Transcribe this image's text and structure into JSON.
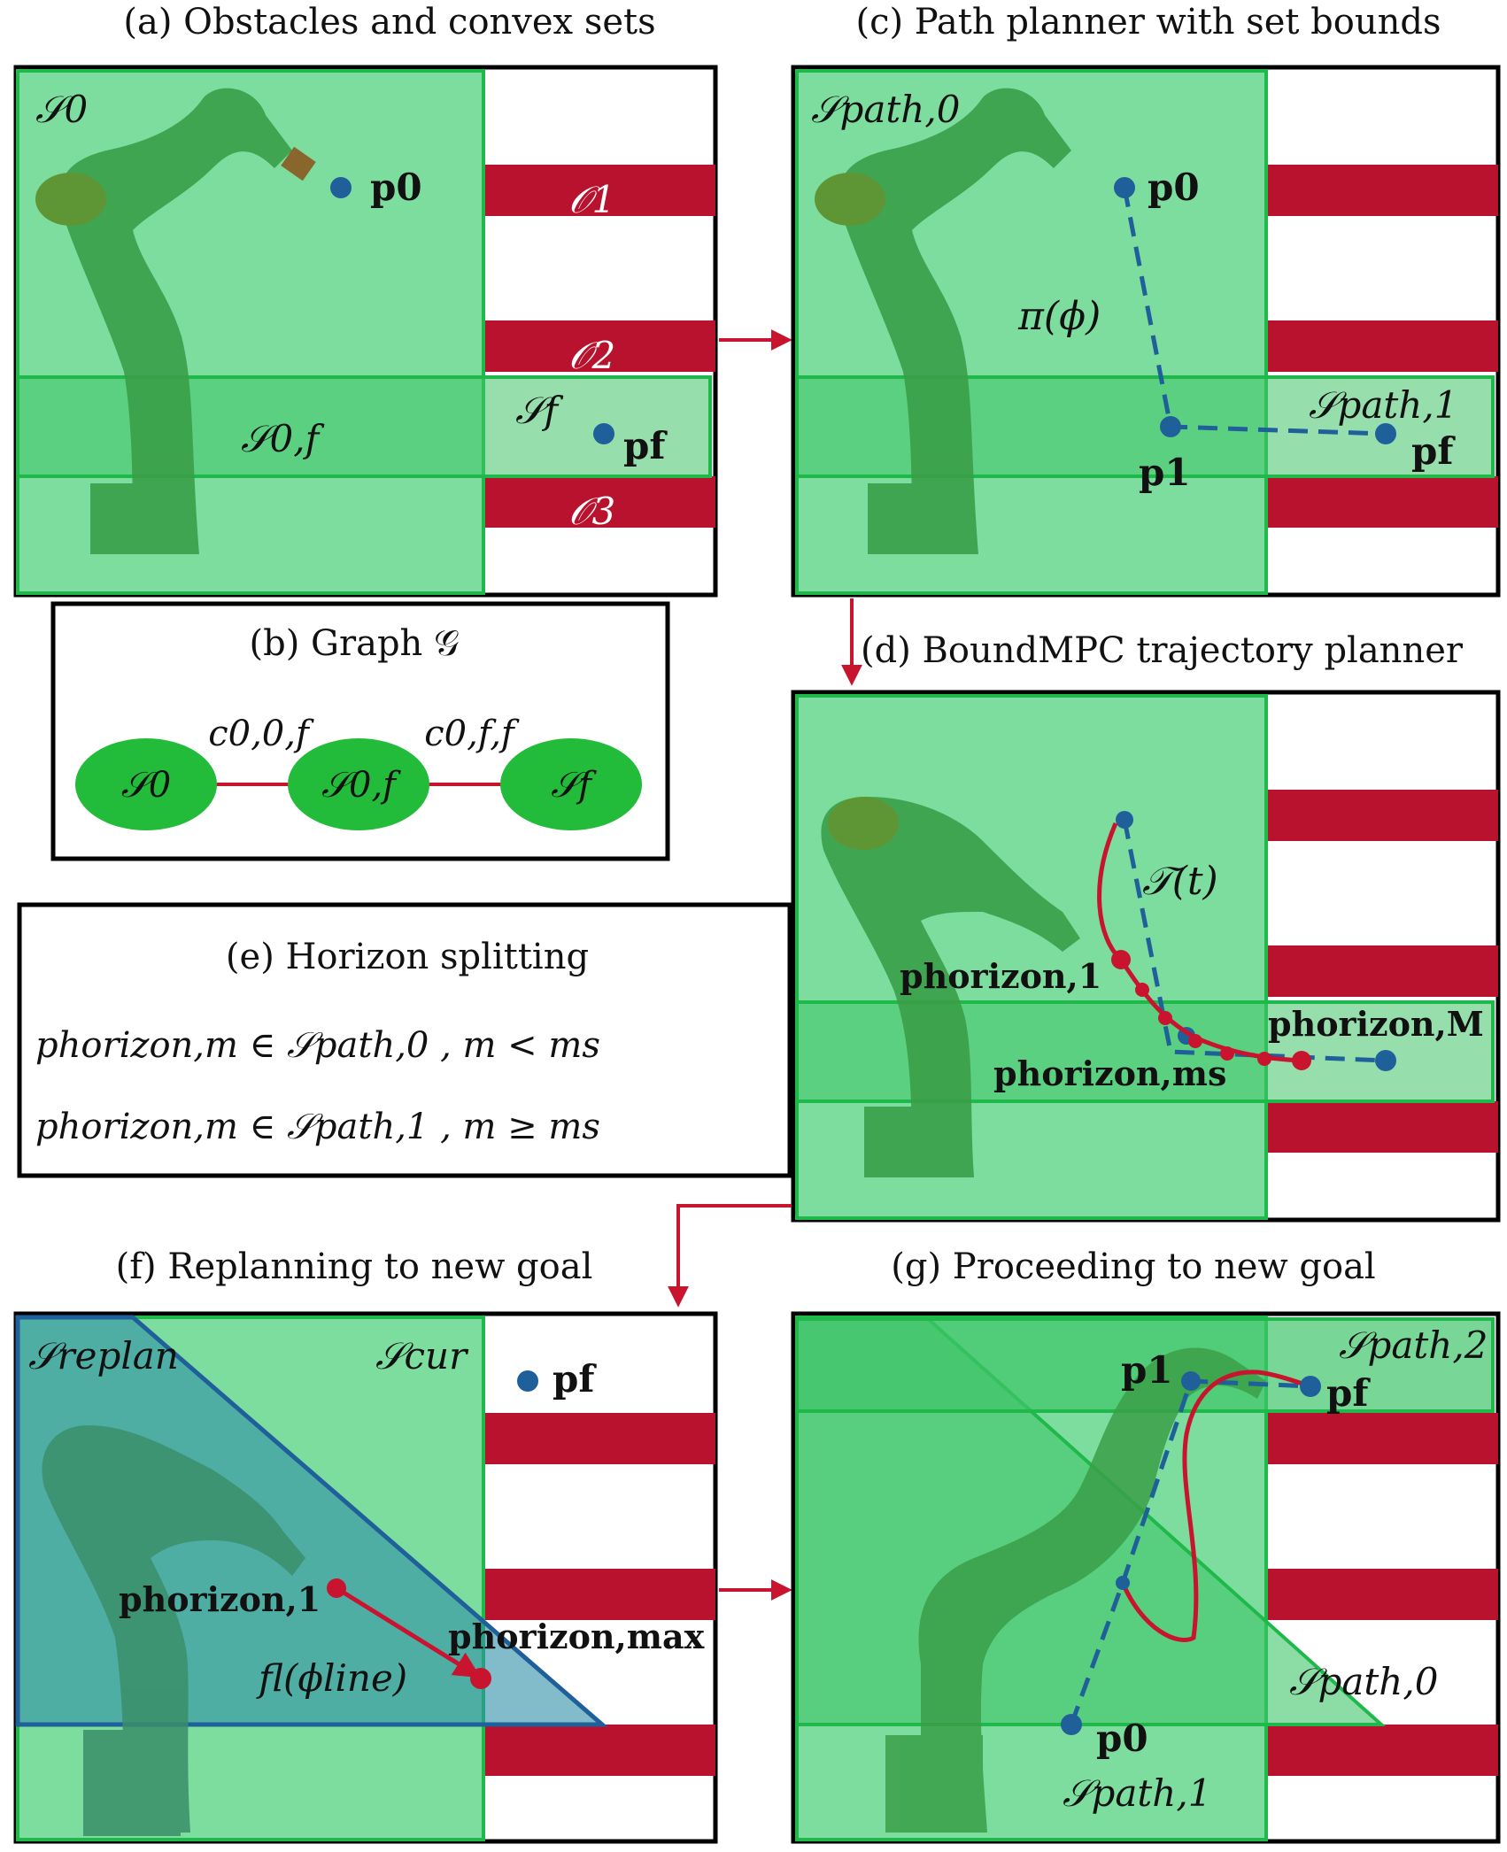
{
  "colors": {
    "set_fill": "#7ddd9e",
    "set_dark": "#3fc46a",
    "set_stroke": "#1fb84a",
    "obstacle": "#b8122e",
    "path_blue": "#1f5f9a",
    "traj_red": "#c8142e",
    "robot": "#3aa04a",
    "replan_fill": "#2f8fa8"
  },
  "panel_a": {
    "title": "(a) Obstacles and convex sets",
    "s0": "𝒮0",
    "s0f": "𝒮0,f",
    "sf": "𝒮f",
    "o1": "𝒪1",
    "o2": "𝒪2",
    "o3": "𝒪3",
    "p0": "p0",
    "pf": "pf"
  },
  "panel_b": {
    "title": "(b) Graph 𝒢",
    "nodes": [
      "𝒮0",
      "𝒮0,f",
      "𝒮f"
    ],
    "edges": [
      "c0,0,f",
      "c0,f,f"
    ]
  },
  "panel_c": {
    "title": "(c) Path planner with set bounds",
    "spath0": "𝒮path,0",
    "spath1": "𝒮path,1",
    "pi": "π(ϕ)",
    "p0": "p0",
    "p1": "p1",
    "pf": "pf"
  },
  "panel_d": {
    "title": "(d) BoundMPC trajectory planner",
    "traj": "𝒯(t)",
    "ph1": "phorizon,1",
    "phM": "phorizon,M",
    "phms": "phorizon,ms"
  },
  "panel_e": {
    "title": "(e) Horizon splitting",
    "line1": "phorizon,m ∈ 𝒮path,0 , m < ms",
    "line2": "phorizon,m ∈ 𝒮path,1 , m ≥ ms"
  },
  "panel_f": {
    "title": "(f) Replanning to new goal",
    "sreplan": "𝒮replan",
    "scur": "𝒮cur",
    "pf": "pf",
    "ph1": "phorizon,1",
    "phmax": "phorizon,max",
    "fl": "fl(ϕline)"
  },
  "panel_g": {
    "title": "(g) Proceeding to new goal",
    "spath2": "𝒮path,2",
    "spath0": "𝒮path,0",
    "spath1": "𝒮path,1",
    "p0": "p0",
    "p1": "p1",
    "pf": "pf"
  }
}
